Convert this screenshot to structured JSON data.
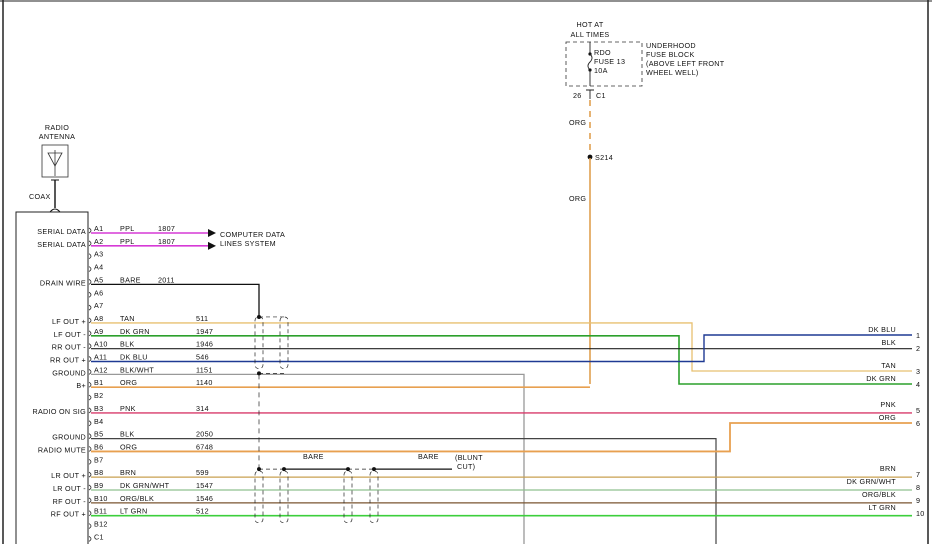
{
  "diagram": {
    "title": "Radio Wiring Diagram",
    "antenna": {
      "label_line1": "RADIO",
      "label_line2": "ANTENNA",
      "coax_label": "COAX",
      "icon": "antenna-icon"
    },
    "power": {
      "hot_label_line1": "HOT AT",
      "hot_label_line2": "ALL TIMES",
      "fuse_name": "RDO",
      "fuse_number": "FUSE 13",
      "fuse_rating": "10A",
      "fuse_block_line1": "UNDERHOOD",
      "fuse_block_line2": "FUSE BLOCK",
      "fuse_block_line3": "(ABOVE LEFT FRONT",
      "fuse_block_line4": "WHEEL WELL)",
      "connector_pin": "26",
      "connector_name": "C1",
      "wire_color_upper": "ORG",
      "splice": "S214",
      "wire_color_lower": "ORG"
    },
    "computer_data_line1": "COMPUTER DATA",
    "computer_data_line2": "LINES SYSTEM",
    "bare_label_1": "BARE",
    "bare_label_2": "BARE",
    "blunt_cut_line1": "(BLUNT",
    "blunt_cut_line2": "CUT)",
    "pins": [
      {
        "pin": "A1",
        "func": "SERIAL DATA",
        "color": "PPL",
        "circuit": "1807",
        "hex": "#d63ad6"
      },
      {
        "pin": "A2",
        "func": "SERIAL DATA",
        "color": "PPL",
        "circuit": "1807",
        "hex": "#d63ad6"
      },
      {
        "pin": "A3",
        "func": "",
        "color": "",
        "circuit": "",
        "hex": ""
      },
      {
        "pin": "A4",
        "func": "",
        "color": "",
        "circuit": "",
        "hex": ""
      },
      {
        "pin": "A5",
        "func": "DRAIN WIRE",
        "color": "BARE",
        "circuit": "2011",
        "hex": "#111111"
      },
      {
        "pin": "A6",
        "func": "",
        "color": "",
        "circuit": "",
        "hex": ""
      },
      {
        "pin": "A7",
        "func": "",
        "color": "",
        "circuit": "",
        "hex": ""
      },
      {
        "pin": "A8",
        "func": "LF OUT +",
        "color": "TAN",
        "circuit": "511",
        "hex": "#e8c070"
      },
      {
        "pin": "A9",
        "func": "LF OUT -",
        "color": "DK GRN",
        "circuit": "1947",
        "hex": "#2ca02c"
      },
      {
        "pin": "A10",
        "func": "RR OUT -",
        "color": "BLK",
        "circuit": "1946",
        "hex": "#222222"
      },
      {
        "pin": "A11",
        "func": "RR OUT +",
        "color": "DK BLU",
        "circuit": "546",
        "hex": "#1f3a93"
      },
      {
        "pin": "A12",
        "func": "GROUND",
        "color": "BLK/WHT",
        "circuit": "1151",
        "hex": "#999999"
      },
      {
        "pin": "B1",
        "func": "B+",
        "color": "ORG",
        "circuit": "1140",
        "hex": "#e8a050"
      },
      {
        "pin": "B2",
        "func": "",
        "color": "",
        "circuit": "",
        "hex": ""
      },
      {
        "pin": "B3",
        "func": "RADIO ON SIG",
        "color": "PNK",
        "circuit": "314",
        "hex": "#d83a6a"
      },
      {
        "pin": "B4",
        "func": "",
        "color": "",
        "circuit": "",
        "hex": ""
      },
      {
        "pin": "B5",
        "func": "GROUND",
        "color": "BLK",
        "circuit": "2050",
        "hex": "#444444"
      },
      {
        "pin": "B6",
        "func": "RADIO MUTE",
        "color": "ORG",
        "circuit": "6748",
        "hex": "#e8a050"
      },
      {
        "pin": "B7",
        "func": "",
        "color": "",
        "circuit": "",
        "hex": ""
      },
      {
        "pin": "B8",
        "func": "LR OUT +",
        "color": "BRN",
        "circuit": "599",
        "hex": "#c8a050"
      },
      {
        "pin": "B9",
        "func": "LR OUT -",
        "color": "DK GRN/WHT",
        "circuit": "1547",
        "hex": "#8fc08f"
      },
      {
        "pin": "B10",
        "func": "RF OUT -",
        "color": "ORG/BLK",
        "circuit": "1546",
        "hex": "#7a5530"
      },
      {
        "pin": "B11",
        "func": "RF OUT +",
        "color": "LT GRN",
        "circuit": "512",
        "hex": "#3ccf3c"
      },
      {
        "pin": "B12",
        "func": "",
        "color": "",
        "circuit": "",
        "hex": ""
      },
      {
        "pin": "C1",
        "func": "",
        "color": "",
        "circuit": "",
        "hex": ""
      }
    ],
    "terminals": [
      {
        "num": "1",
        "color": "DK BLU"
      },
      {
        "num": "2",
        "color": "BLK"
      },
      {
        "num": "3",
        "color": "TAN"
      },
      {
        "num": "4",
        "color": "DK GRN"
      },
      {
        "num": "5",
        "color": "PNK"
      },
      {
        "num": "6",
        "color": "ORG"
      },
      {
        "num": "7",
        "color": "BRN"
      },
      {
        "num": "8",
        "color": "DK GRN/WHT"
      },
      {
        "num": "9",
        "color": "ORG/BLK"
      },
      {
        "num": "10",
        "color": "LT GRN"
      }
    ]
  }
}
